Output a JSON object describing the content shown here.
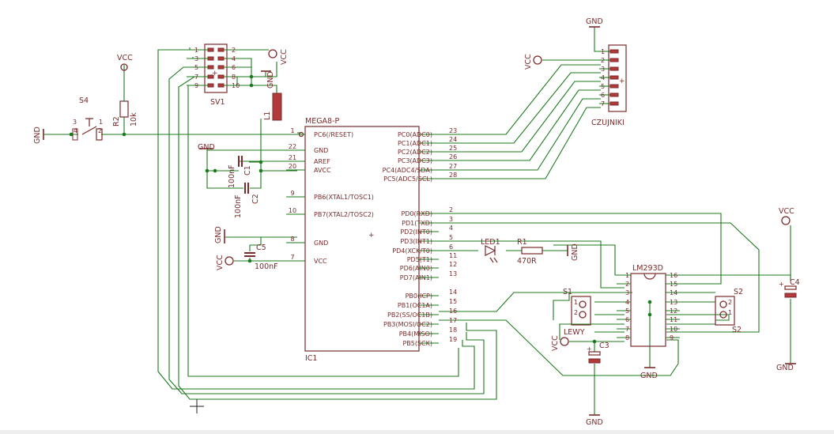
{
  "colors": {
    "wire": "#1b7a1b",
    "symbol": "#7a2a2a",
    "symbol_fill": "#b33a3a",
    "background": "#ffffff"
  },
  "parts": {
    "ic1": {
      "name": "IC1",
      "value": "MEGA8-P",
      "left_pins": [
        {
          "num": "1",
          "label": "PC6(/RESET)"
        },
        {
          "num": "22",
          "label": "GND"
        },
        {
          "num": "21",
          "label": "AREF"
        },
        {
          "num": "20",
          "label": "AVCC"
        },
        {
          "num": "9",
          "label": "PB6(XTAL1/TOSC1)"
        },
        {
          "num": "10",
          "label": "PB7(XTAL2/TOSC2)"
        },
        {
          "num": "8",
          "label": "GND"
        },
        {
          "num": "7",
          "label": "VCC"
        }
      ],
      "right_pins": [
        {
          "num": "23",
          "label": "PC0(ADC0)"
        },
        {
          "num": "24",
          "label": "PC1(ADC1)"
        },
        {
          "num": "25",
          "label": "PC2(ADC2)"
        },
        {
          "num": "26",
          "label": "PC3(ADC3)"
        },
        {
          "num": "27",
          "label": "PC4(ADC4/SDA)"
        },
        {
          "num": "28",
          "label": "PC5(ADC5/SCL)"
        },
        {
          "num": "2",
          "label": "PD0(RXD)"
        },
        {
          "num": "3",
          "label": "PD1(TXD)"
        },
        {
          "num": "4",
          "label": "PD2(INT0)"
        },
        {
          "num": "5",
          "label": "PD3(INT1)"
        },
        {
          "num": "6",
          "label": "PD4(XCK/T0)"
        },
        {
          "num": "11",
          "label": "PD5(T1)"
        },
        {
          "num": "12",
          "label": "PD6(AIN0)"
        },
        {
          "num": "13",
          "label": "PD7(AIN1)"
        },
        {
          "num": "14",
          "label": "PB0(ICP)"
        },
        {
          "num": "15",
          "label": "PB1(OC1A)"
        },
        {
          "num": "16",
          "label": "PB2(SS/OC1B)"
        },
        {
          "num": "17",
          "label": "PB3(MOSI/OC2)"
        },
        {
          "num": "18",
          "label": "PB4(MISO)"
        },
        {
          "num": "19",
          "label": "PB5(SCK)"
        }
      ]
    },
    "sv1": {
      "name": "SV1",
      "pins_left": [
        "1",
        "3",
        "5",
        "7",
        "9"
      ],
      "pins_right": [
        "2",
        "4",
        "6",
        "8",
        "10"
      ]
    },
    "czujniki": {
      "name": "CZUJNIKI",
      "pins": [
        "1",
        "2",
        "3",
        "4",
        "5",
        "6",
        "7"
      ]
    },
    "lm293d": {
      "name": "LM293D",
      "left_pins": [
        "1",
        "2",
        "3",
        "4",
        "5",
        "6",
        "7",
        "8"
      ],
      "right_pins": [
        "16",
        "15",
        "14",
        "13",
        "12",
        "11",
        "10",
        "9"
      ]
    },
    "s4": {
      "name": "S4",
      "pins": [
        "3",
        "4",
        "1",
        "2"
      ]
    },
    "r2": {
      "name": "R2",
      "value": "10k"
    },
    "r1": {
      "name": "R1",
      "value": "470R"
    },
    "l1": {
      "name": "L1"
    },
    "c1": {
      "name": "C1",
      "value": "100nF"
    },
    "c2": {
      "name": "C2",
      "value": "100nF"
    },
    "c5": {
      "name": "C5",
      "value": "100nF"
    },
    "c3": {
      "name": "C3"
    },
    "c4": {
      "name": "C4"
    },
    "led1": {
      "name": "LED1"
    },
    "s1": {
      "name": "S1",
      "pins": [
        "1",
        "2"
      ]
    },
    "s2": {
      "name": "S2",
      "pins": [
        "2",
        "1"
      ],
      "name_lower": "S2"
    },
    "lewy": {
      "name": "LEWY"
    }
  },
  "supplies": {
    "vcc": "VCC",
    "gnd": "GND"
  }
}
